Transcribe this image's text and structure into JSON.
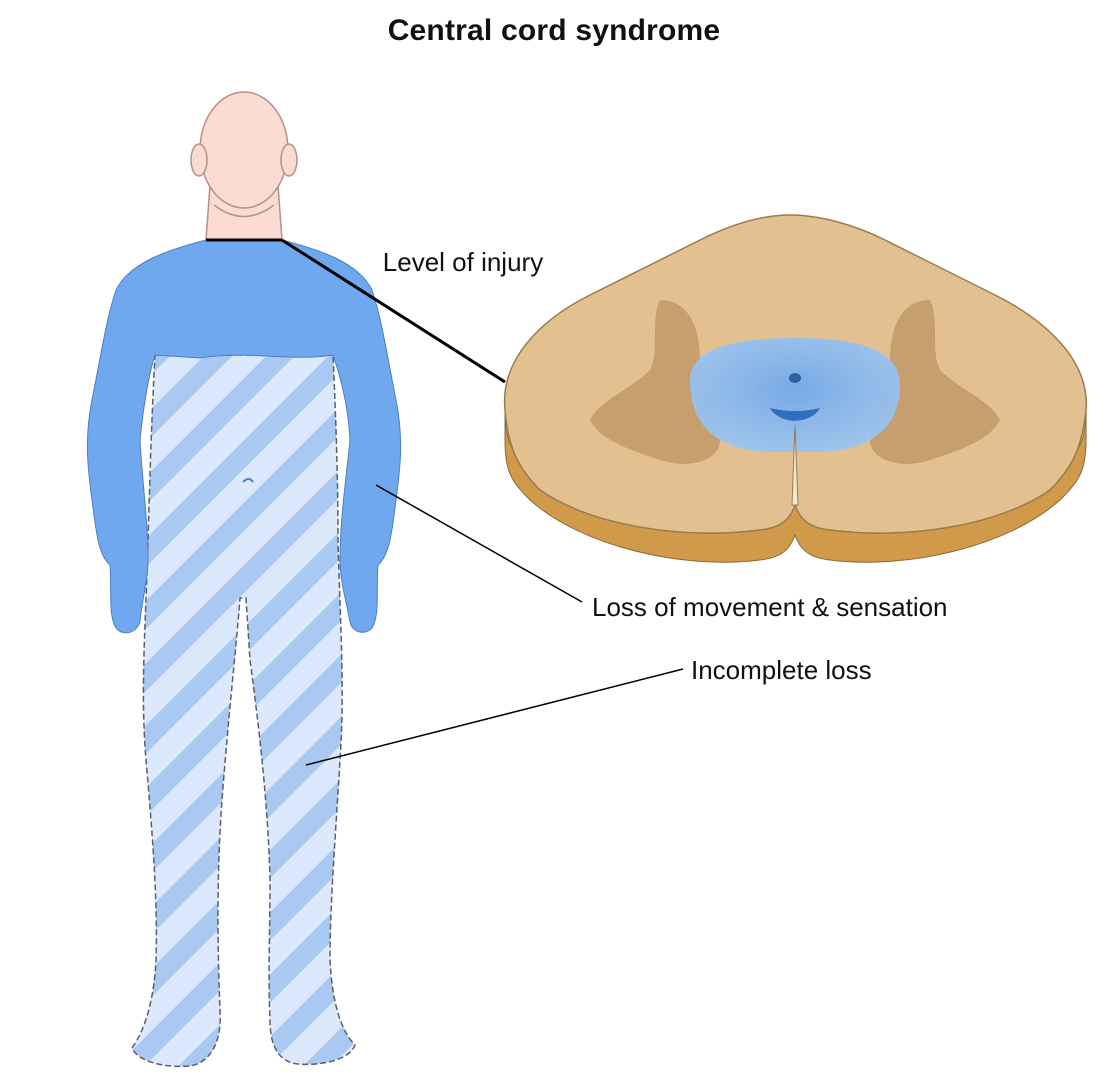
{
  "title": "Central cord syndrome",
  "labels": {
    "level_of_injury": "Level of injury",
    "loss_movement_sensation": "Loss of movement & sensation",
    "incomplete_loss": "Incomplete loss"
  },
  "colors": {
    "complete_loss": "#6fa8ee",
    "incomplete_loss_light": "#dce8fb",
    "incomplete_loss_stripe": "#a9c9f3",
    "skin": "#fbdcd2",
    "white_matter": "#e2c08f",
    "grey_matter": "#c49a6a",
    "cord_side": "#d19a4b",
    "central_lesion": "#8ebcf1"
  }
}
